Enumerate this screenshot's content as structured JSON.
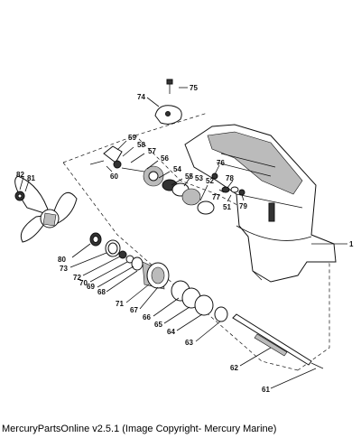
{
  "caption": "MercuryPartsOnline v2.5.1 (Image Copyright- Mercury Marine)",
  "callouts": [
    {
      "id": "75",
      "label": "75"
    },
    {
      "id": "74",
      "label": "74"
    },
    {
      "id": "59",
      "label": "59"
    },
    {
      "id": "58",
      "label": "58"
    },
    {
      "id": "57",
      "label": "57"
    },
    {
      "id": "56",
      "label": "56"
    },
    {
      "id": "54",
      "label": "54"
    },
    {
      "id": "55",
      "label": "55"
    },
    {
      "id": "53",
      "label": "53"
    },
    {
      "id": "76",
      "label": "76"
    },
    {
      "id": "52",
      "label": "52"
    },
    {
      "id": "78",
      "label": "78"
    },
    {
      "id": "60",
      "label": "60"
    },
    {
      "id": "82",
      "label": "82"
    },
    {
      "id": "81",
      "label": "81"
    },
    {
      "id": "77",
      "label": "77"
    },
    {
      "id": "79",
      "label": "79"
    },
    {
      "id": "51",
      "label": "51"
    },
    {
      "id": "1",
      "label": "1"
    },
    {
      "id": "80",
      "label": "80"
    },
    {
      "id": "73",
      "label": "73"
    },
    {
      "id": "72",
      "label": "72"
    },
    {
      "id": "70",
      "label": "70"
    },
    {
      "id": "69",
      "label": "69"
    },
    {
      "id": "68",
      "label": "68"
    },
    {
      "id": "71",
      "label": "71"
    },
    {
      "id": "67",
      "label": "67"
    },
    {
      "id": "66",
      "label": "66"
    },
    {
      "id": "65",
      "label": "65"
    },
    {
      "id": "64",
      "label": "64"
    },
    {
      "id": "63",
      "label": "63"
    },
    {
      "id": "62",
      "label": "62"
    },
    {
      "id": "61",
      "label": "61"
    }
  ]
}
